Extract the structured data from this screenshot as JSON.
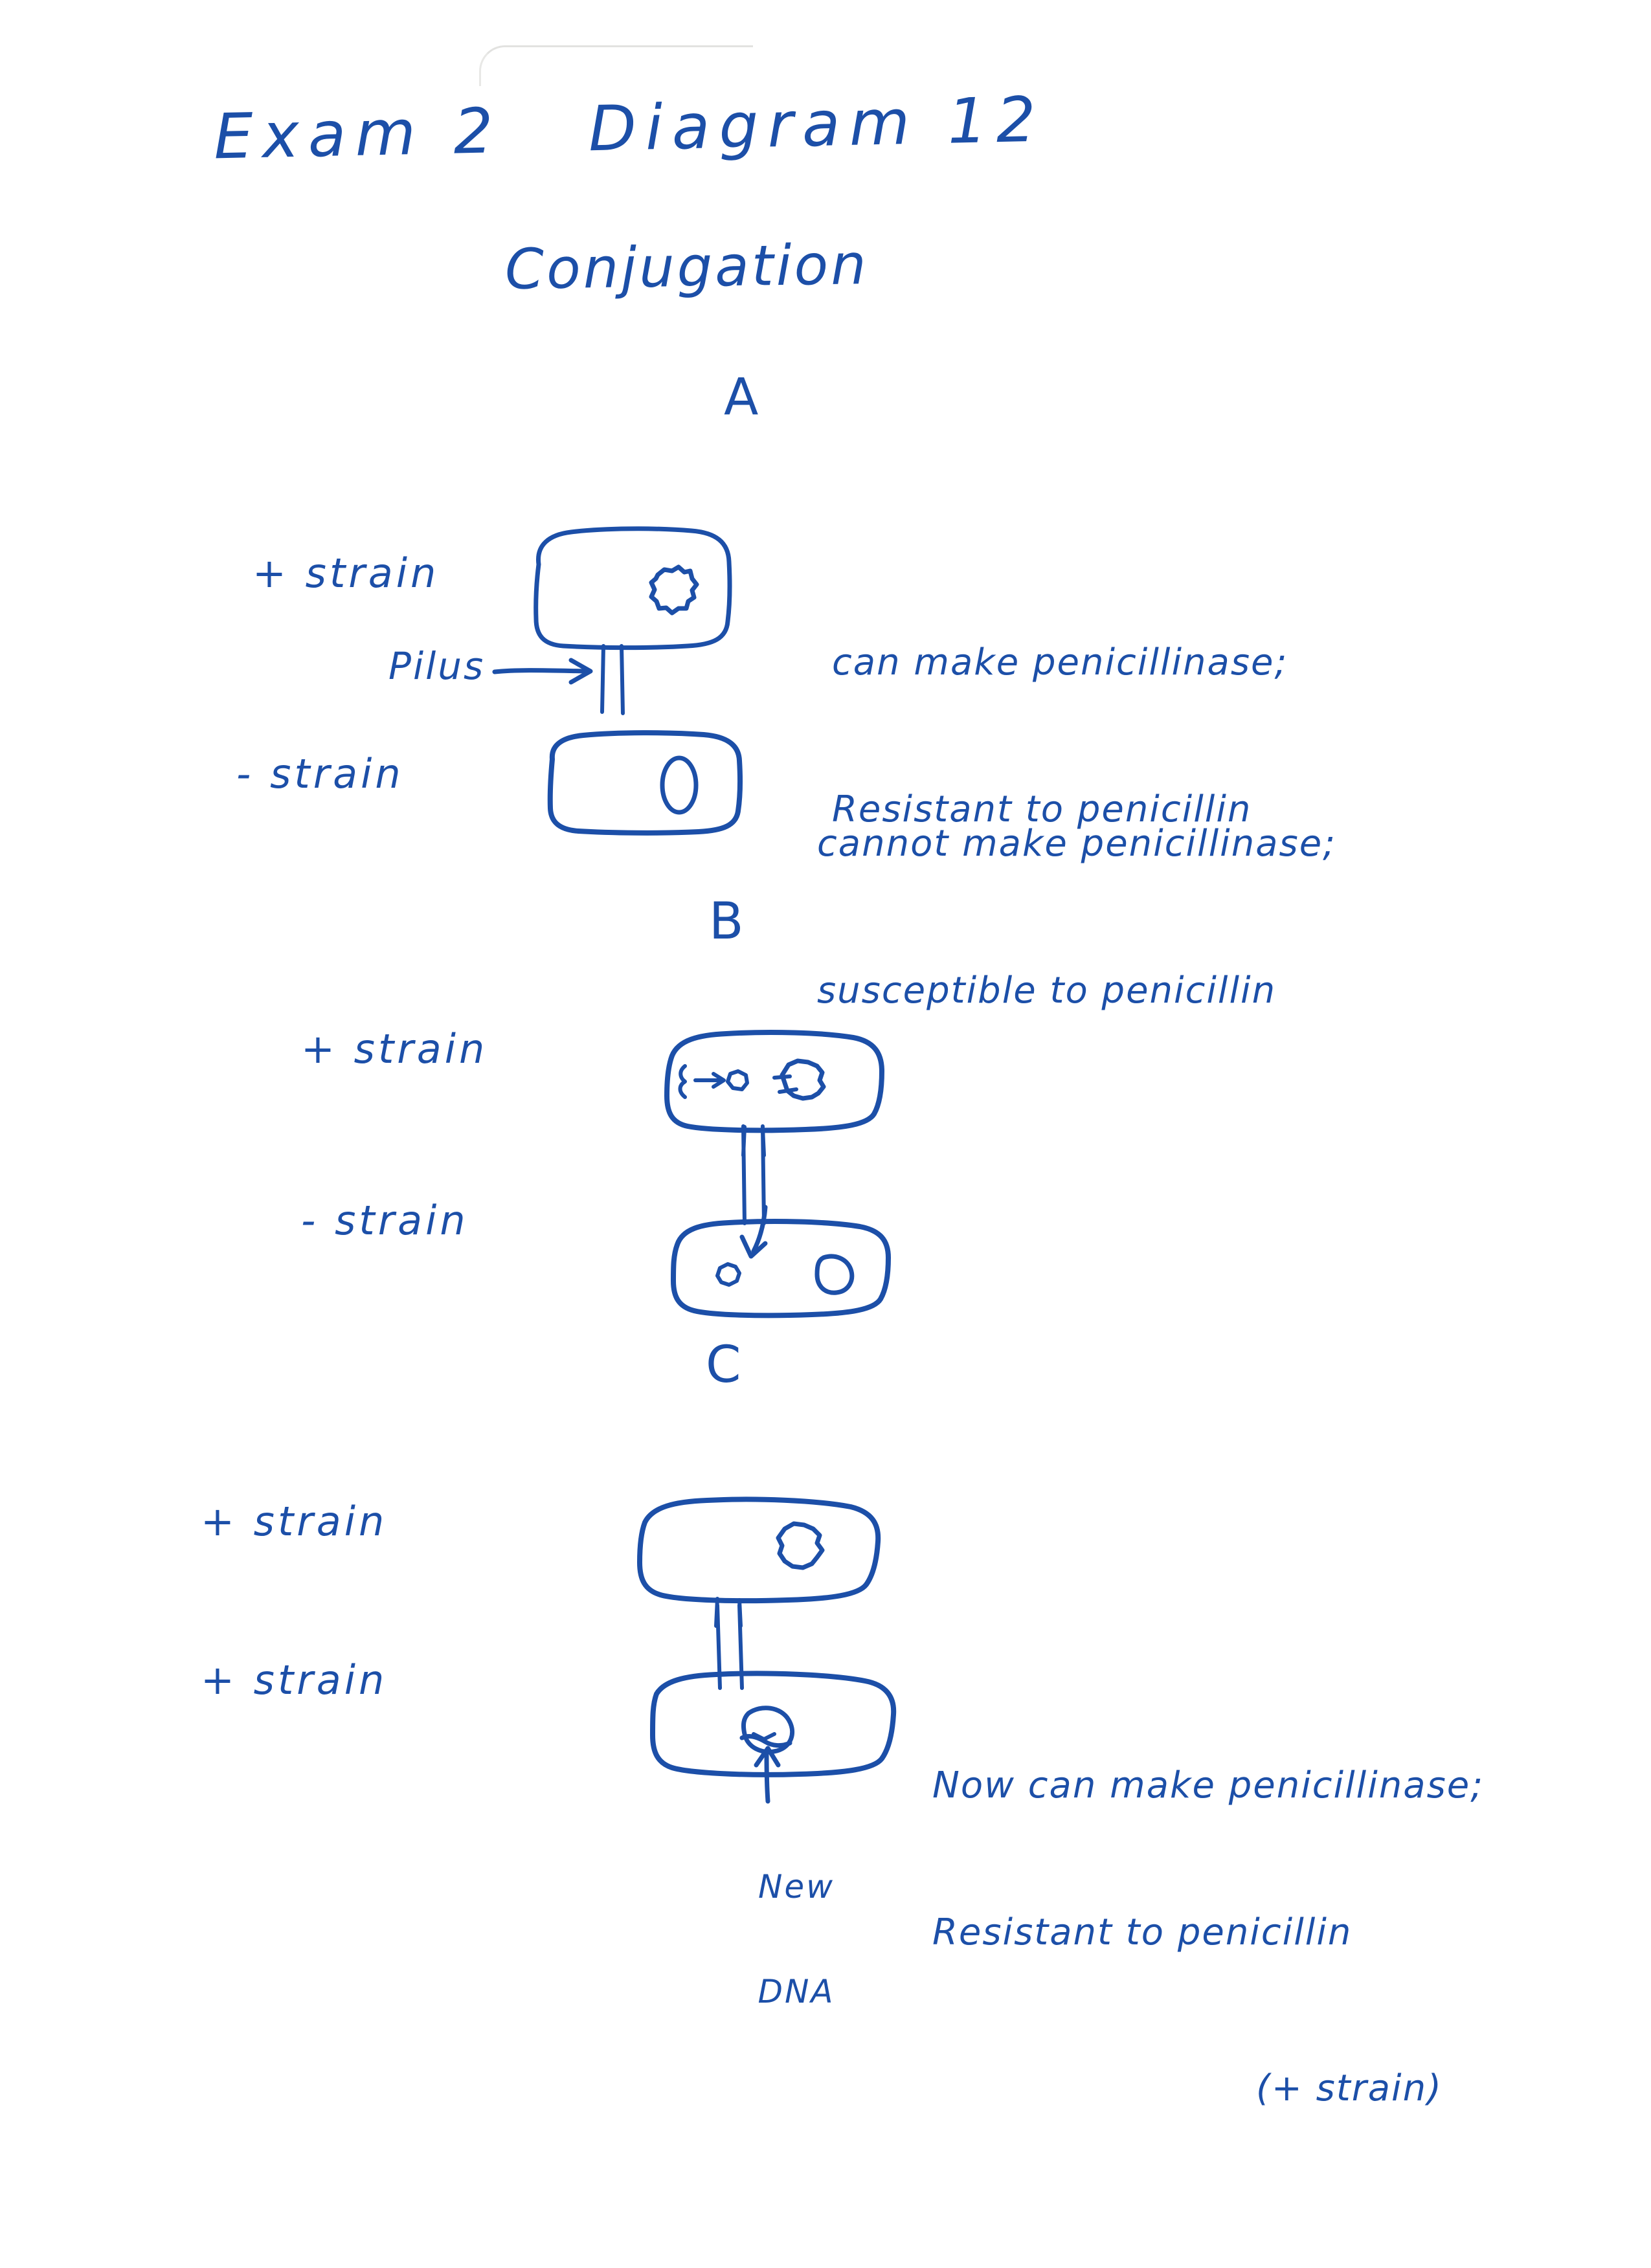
{
  "document": {
    "title_line": "Exam 2   Diagram 12",
    "subtitle": "Conjugation",
    "ink_color": "#1c4fa8",
    "paper_color": "#ffffff"
  },
  "sections": [
    {
      "letter": "A",
      "rows": [
        {
          "strain_label": "+ strain",
          "cell": {
            "has_plasmid": true,
            "has_chromosome": false,
            "has_pilus": true,
            "plasmid_style": "jagged-circle"
          },
          "note_lines": [
            "can make penicillinase;",
            "Resistant to penicillin"
          ]
        },
        {
          "strain_label": "- strain",
          "cell": {
            "has_plasmid": false,
            "has_chromosome": true,
            "has_pilus": false,
            "chromosome_style": "smooth-oval"
          },
          "note_lines": [
            "cannot make penicillinase;",
            "susceptible to penicillin"
          ]
        }
      ],
      "pilus_label": "Pilus"
    },
    {
      "letter": "B",
      "rows": [
        {
          "strain_label": "+ strain",
          "cell": {
            "has_plasmid": true,
            "has_replicating_plasmid": true,
            "has_pilus": true
          },
          "note_lines": []
        },
        {
          "strain_label": "- strain",
          "cell": {
            "has_received_plasmid": true,
            "has_chromosome": true,
            "has_transfer_arrow": true
          },
          "note_lines": []
        }
      ]
    },
    {
      "letter": "C",
      "rows": [
        {
          "strain_label": "+ strain",
          "cell": {
            "has_plasmid": true,
            "has_pilus": true
          },
          "note_lines": []
        },
        {
          "strain_label": "+ strain",
          "cell": {
            "has_plasmid": true,
            "has_new_dna_arrow": true
          },
          "note_lines": [
            "Now can make penicillinase;",
            "Resistant to penicillin",
            "(+ strain)"
          ]
        }
      ],
      "new_dna_label_lines": [
        "New",
        "DNA"
      ]
    }
  ]
}
